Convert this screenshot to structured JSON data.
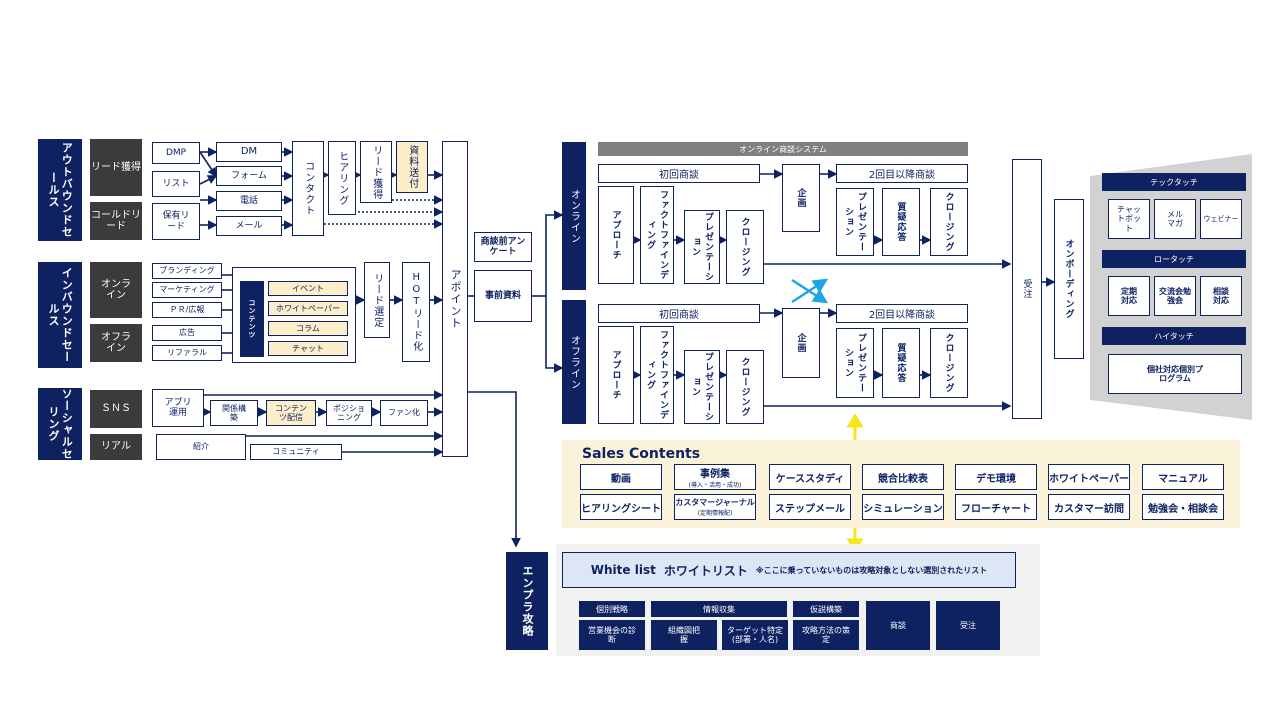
{
  "outbound": {
    "label": "アウトバウンドセールス",
    "lead_acquisition": "リード獲得",
    "cold_lead": "コールドリード",
    "dmp": "DMP",
    "list": "リスト",
    "owned_lead": "保有リード",
    "dm": "DM",
    "form": "フォーム",
    "phone": "電話",
    "mail": "メール",
    "contact": "コンタクト",
    "hearing": "ヒアリング",
    "lead_get": "リード獲得",
    "doc_send": "資料送付"
  },
  "inbound": {
    "label": "インバウンドセールス",
    "online": "オンライン",
    "offline": "オフライン",
    "branding": "ブランディング",
    "marketing": "マーケティング",
    "pr": "ＰＲ/広報",
    "ad": "広告",
    "referral": "リファラル",
    "contents": "コンテンツ",
    "event": "イベント",
    "whitepaper": "ホワイトペーパー",
    "column": "コラム",
    "chat": "チャット",
    "lead_select": "リード選定",
    "hot_lead": "HOTリード化"
  },
  "social": {
    "label": "ソーシャルセリング",
    "sns": "ＳＮＳ",
    "real": "リアル",
    "app": "アプリ運用",
    "relation": "関係構築",
    "content_dist": "コンテンツ配信",
    "positioning": "ポジショニング",
    "fan": "ファン化",
    "intro": "紹介",
    "community": "コミュニティ"
  },
  "appoint": "アポイント",
  "pre_survey": "商談前アンケート",
  "pre_docs": "事前資料",
  "online_system": "オンライン商談システム",
  "online_lane": "オンライン",
  "offline_lane": "オフライン",
  "first_meeting": "初回商談",
  "second_meeting": "2回目以降商談",
  "approach": "アプローチ",
  "fact_finding": "ファクトファインディング",
  "presentation": "プレゼンテーション",
  "closing": "クロージング",
  "planning": "企画",
  "qa": "質疑応答",
  "order": "受注",
  "onboarding": "オンボーディング",
  "tech_touch": {
    "title": "テックタッチ",
    "items": [
      "チャットボット",
      "メルマガ",
      "ウェビナー"
    ]
  },
  "low_touch": {
    "title": "ロータッチ",
    "items": [
      "定期対応",
      "交流会勉強会",
      "相談対応"
    ]
  },
  "high_touch": {
    "title": "ハイタッチ",
    "item": "個社対応個別プログラム"
  },
  "sales_contents": {
    "title": "Sales Contents",
    "items": [
      {
        "label": "動画",
        "sub": ""
      },
      {
        "label": "事例集",
        "sub": "(導入・活用・成功)"
      },
      {
        "label": "ケーススタディ",
        "sub": ""
      },
      {
        "label": "競合比較表",
        "sub": ""
      },
      {
        "label": "デモ環境",
        "sub": ""
      },
      {
        "label": "ホワイトペーパー",
        "sub": ""
      },
      {
        "label": "マニュアル",
        "sub": ""
      },
      {
        "label": "ヒアリングシート",
        "sub": ""
      },
      {
        "label": "カスタマージャーナル",
        "sub": "(定期情報配)"
      },
      {
        "label": "ステップメール",
        "sub": ""
      },
      {
        "label": "シミュレーション",
        "sub": ""
      },
      {
        "label": "フローチャート",
        "sub": ""
      },
      {
        "label": "カスタマー訪問",
        "sub": ""
      },
      {
        "label": "勉強会・相談会",
        "sub": ""
      }
    ]
  },
  "enterprise": {
    "label": "エンプラ攻略",
    "whitelist_en": "White list",
    "whitelist_jp": "ホワイトリスト",
    "whitelist_note": "※ここに乗っていないものは攻略対象としない選別されたリスト",
    "individual_strategy": "個別戦略",
    "info_collect": "情報収集",
    "hypothesis": "仮説構築",
    "biz_diagnosis": "営業機会の診断",
    "org_chart": "組織図把握",
    "target": "ターゲット特定(部署・人名)",
    "method": "攻略方法の策定",
    "negotiation": "商談",
    "order": "受注"
  },
  "colors": {
    "navy": "#0e2262",
    "cream": "#fbeec8",
    "gray": "#808080",
    "cyan": "#1ea5e6",
    "yellow": "#f5e61e"
  }
}
